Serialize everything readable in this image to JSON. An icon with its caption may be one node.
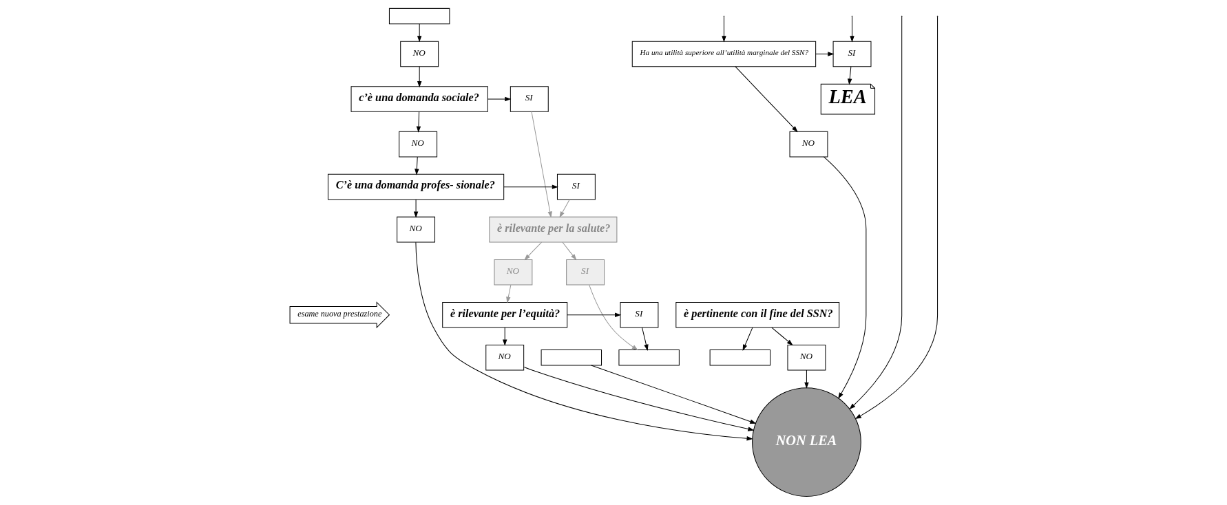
{
  "diagram": {
    "nodes": [
      {
        "text": [
          "esame nuova prestazione"
        ]
      },
      {
        "text": [
          "è pertinente con il fine del SSN?"
        ]
      },
      {
        "text": [],
        "shape": "box"
      },
      {
        "text": [
          "NO"
        ]
      },
      {
        "text": [
          "NON LEA"
        ]
      },
      {
        "text": [],
        "shape": "box"
      },
      {
        "text": [
          "NO"
        ]
      },
      {
        "text": [
          "c’è una domanda sociale?"
        ]
      },
      {
        "text": [
          "SI"
        ]
      },
      {
        "text": [
          "NO"
        ]
      },
      {
        "text": [
          "C’è una domanda profes- sionale?"
        ]
      },
      {
        "text": [
          "SI"
        ]
      },
      {
        "text": [
          "NO"
        ]
      },
      {
        "text": [
          "SI"
        ]
      },
      {
        "text": [
          "è rilevante per la salute?"
        ]
      },
      {
        "text": [
          "NO"
        ]
      },
      {
        "text": [
          "è rilevante per l’equità?"
        ]
      },
      {
        "text": [
          "SI"
        ]
      },
      {
        "text": [
          "NO"
        ]
      },
      {
        "text": [],
        "shape": "box"
      },
      {
        "text": [],
        "shape": "box"
      },
      {
        "text": [
          "Ha una utilità superiore all’utilità marginale del SSN?"
        ]
      },
      {
        "text": [
          "SI"
        ]
      },
      {
        "text": [
          "NO"
        ]
      },
      {
        "text": [
          "LEA"
        ]
      }
    ],
    "edges": [
      {
        "from": 1,
        "to": 2,
        "arrow": "to"
      },
      {
        "from": 1,
        "to": 3,
        "arrow": "to"
      },
      {
        "from": 3,
        "to": 4,
        "arrow": "to"
      },
      {
        "from": 5,
        "to": 6,
        "arrow": "to"
      },
      {
        "from": 6,
        "to": 7,
        "arrow": "to"
      },
      {
        "from": 7,
        "to": 8,
        "arrow": "to"
      },
      {
        "from": 7,
        "to": 9,
        "arrow": "to"
      },
      {
        "from": 9,
        "to": 10,
        "arrow": "to"
      },
      {
        "from": 8,
        "to": 14,
        "arrow": "to",
        "color": "#999999"
      },
      {
        "from": 10,
        "to": 11,
        "arrow": "to"
      },
      {
        "from": 10,
        "to": 12,
        "arrow": "to"
      },
      {
        "from": 12,
        "to": 4,
        "arrow": "to"
      },
      {
        "from": 11,
        "to": 14,
        "arrow": "to",
        "color": "#999999"
      },
      {
        "from": 14,
        "to": 13,
        "arrow": "to",
        "color": "#999999"
      },
      {
        "from": 13,
        "to": 19,
        "arrow": "to",
        "color": "#999999"
      },
      {
        "from": 14,
        "to": 15,
        "arrow": "to",
        "color": "#999999"
      },
      {
        "from": 15,
        "to": 16,
        "arrow": "to",
        "color": "#999999"
      },
      {
        "from": 16,
        "to": 17,
        "arrow": "to"
      },
      {
        "from": 16,
        "to": 18,
        "arrow": "to"
      },
      {
        "from": 18,
        "to": 4,
        "arrow": "to"
      },
      {
        "from": 17,
        "to": 19,
        "arrow": "to"
      },
      {
        "from": 20,
        "to": 4,
        "arrow": "to"
      },
      {
        "from": null,
        "to": 4,
        "arrow": "to"
      },
      {
        "from": null,
        "to": 4,
        "arrow": "to"
      },
      {
        "from": null,
        "to": 21,
        "arrow": "to"
      },
      {
        "from": 21,
        "to": 22,
        "arrow": "to"
      },
      {
        "from": 21,
        "to": 23,
        "arrow": "to"
      },
      {
        "from": 23,
        "to": 4,
        "arrow": "to"
      },
      {
        "from": null,
        "to": 22,
        "arrow": "to"
      },
      {
        "from": 22,
        "to": 24,
        "arrow": "to"
      }
    ]
  }
}
